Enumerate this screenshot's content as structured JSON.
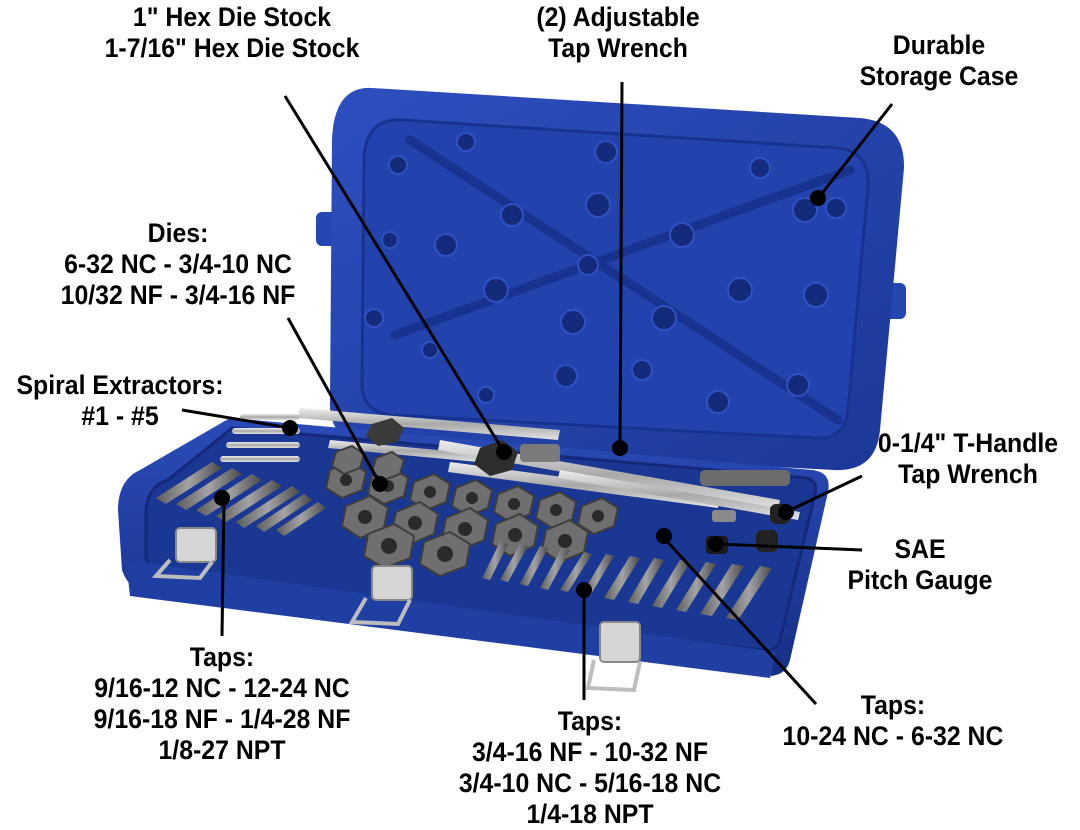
{
  "callouts": {
    "die_stock": {
      "lines": [
        "1\" Hex Die Stock",
        "1-7/16\" Hex Die Stock"
      ]
    },
    "tap_wrench_adjustable": {
      "lines": [
        "(2) Adjustable",
        "Tap Wrench"
      ]
    },
    "storage_case": {
      "lines": [
        "Durable",
        "Storage Case"
      ]
    },
    "dies": {
      "lines": [
        "Dies:",
        "6-32 NC - 3/4-10 NC",
        "10/32 NF - 3/4-16 NF"
      ]
    },
    "spiral_extractors": {
      "lines": [
        "Spiral Extractors:",
        "#1 - #5"
      ]
    },
    "t_handle": {
      "lines": [
        "0-1/4\" T-Handle",
        "Tap Wrench"
      ]
    },
    "pitch_gauge": {
      "lines": [
        "SAE",
        "Pitch Gauge"
      ]
    },
    "taps_left": {
      "lines": [
        "Taps:",
        "9/16-12 NC - 12-24 NC",
        "9/16-18 NF - 1/4-28 NF",
        "1/8-27 NPT"
      ]
    },
    "taps_center": {
      "lines": [
        "Taps:",
        "3/4-16 NF - 10-32 NF",
        "3/4-10 NC - 5/16-18 NC",
        "1/4-18 NPT"
      ]
    },
    "taps_right": {
      "lines": [
        "Taps:",
        "10-24 NC - 6-32 NC"
      ]
    }
  },
  "colors": {
    "case_blue": "#1f3fa8",
    "case_dark": "#162f86",
    "case_light": "#3557c4",
    "metal": "#8d8d8d",
    "metal_dark": "#4e4e4e",
    "chrome": "#c9c9c9"
  }
}
